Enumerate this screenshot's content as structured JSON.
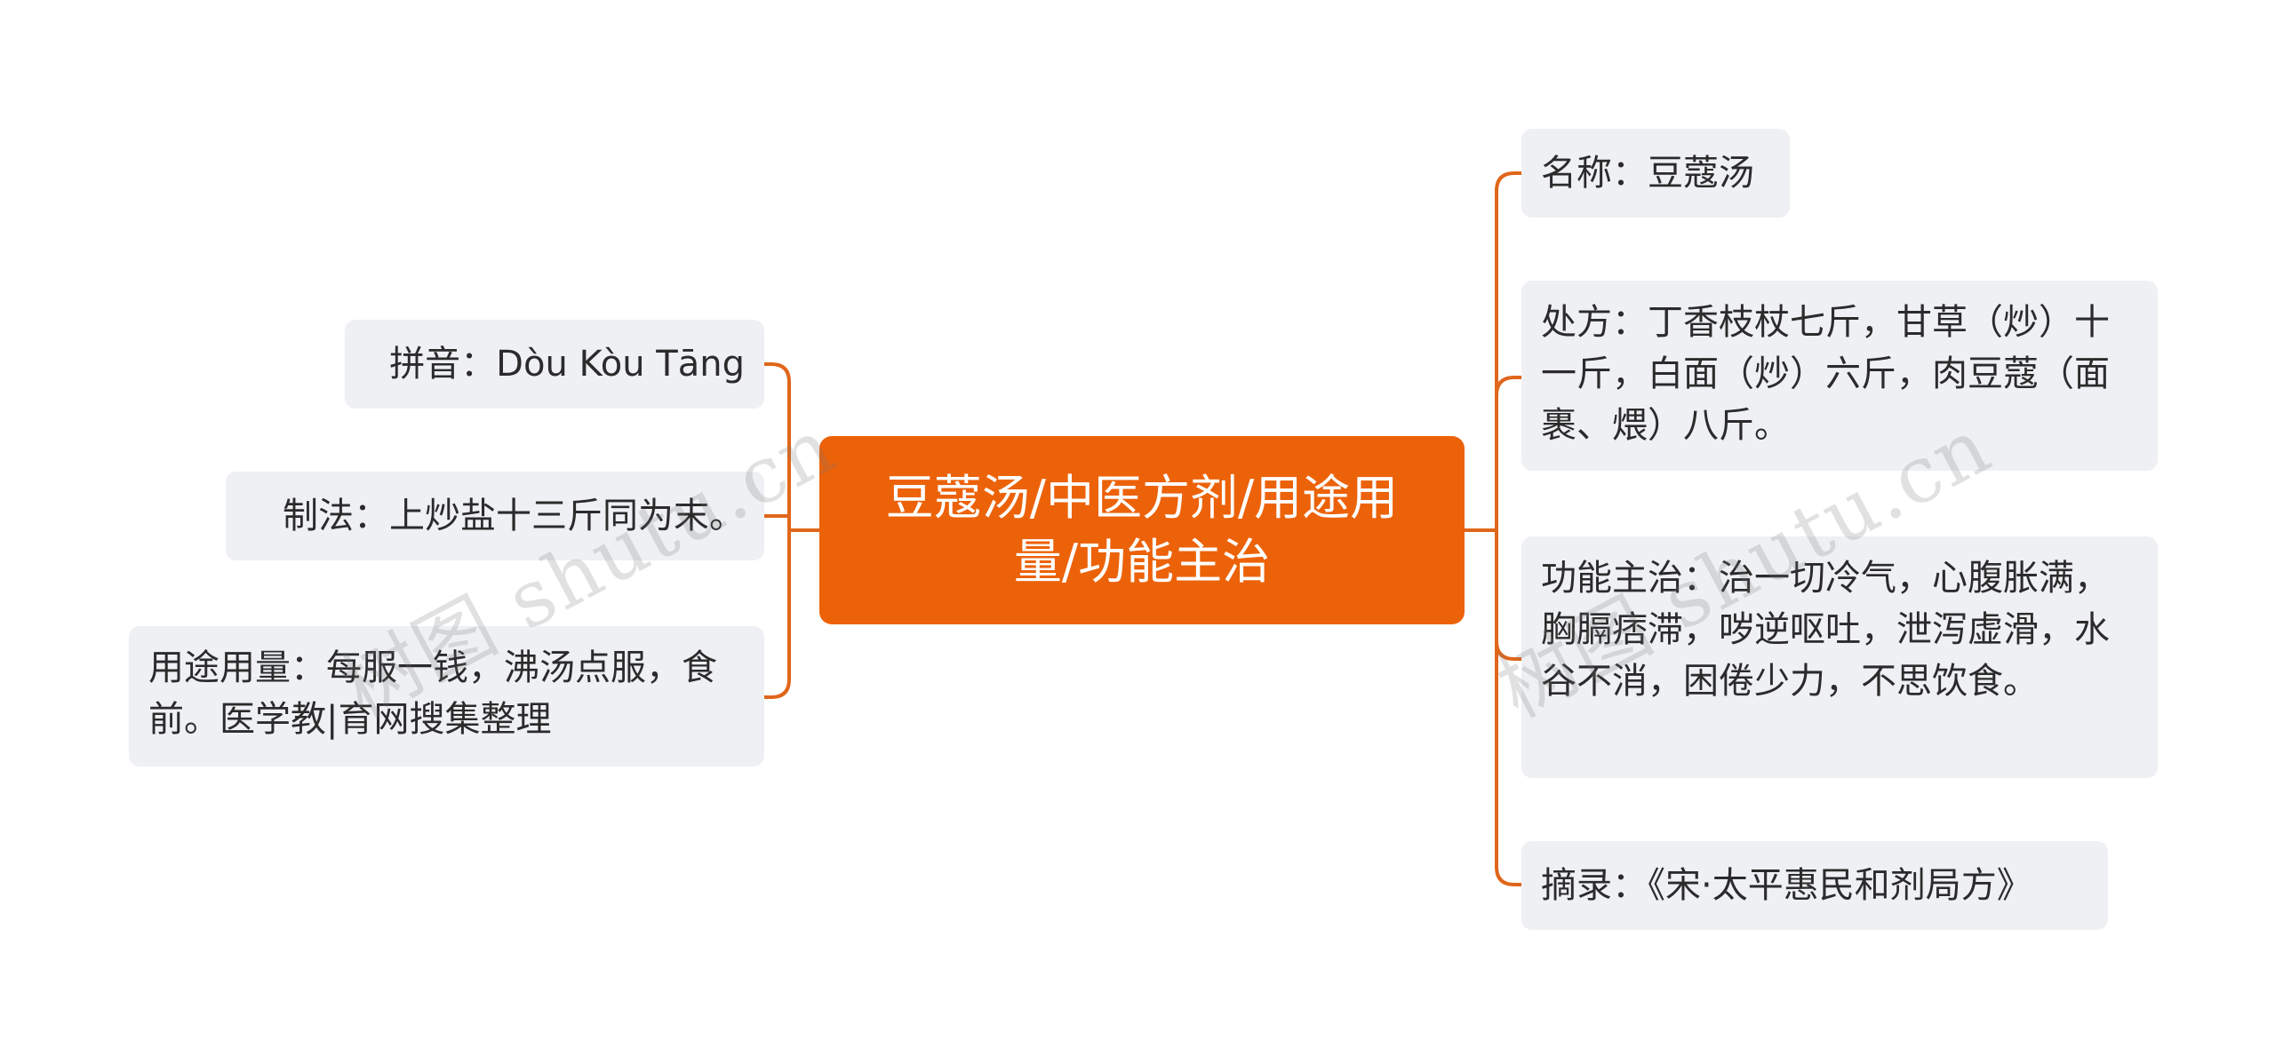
{
  "central": {
    "label": "豆蔻汤/中医方剂/用途用量/功能主治"
  },
  "left_nodes": [
    {
      "label": "拼音：Dòu Kòu Tāng"
    },
    {
      "label": "制法：上炒盐十三斤同为末。"
    },
    {
      "label": "用途用量：每服一钱，沸汤点服，食前。医学教|育网搜集整理"
    }
  ],
  "right_nodes": [
    {
      "label": "名称：豆蔻汤"
    },
    {
      "label": "处方：丁香枝杖七斤，甘草（炒）十一斤，白面（炒）六斤，肉豆蔻（面裹、煨）八斤。"
    },
    {
      "label": "功能主治：治一切冷气，心腹胀满，胸膈痞滞，哕逆呕吐，泄泻虚滑，水谷不消，困倦少力，不思饮食。"
    },
    {
      "label": "摘录：《宋·太平惠民和剂局方》"
    }
  ],
  "watermark": {
    "text": "树图 shutu.cn"
  },
  "colors": {
    "accent": "#ec6209",
    "connector": "#e0661b",
    "node_bg": "#eef0f3"
  }
}
